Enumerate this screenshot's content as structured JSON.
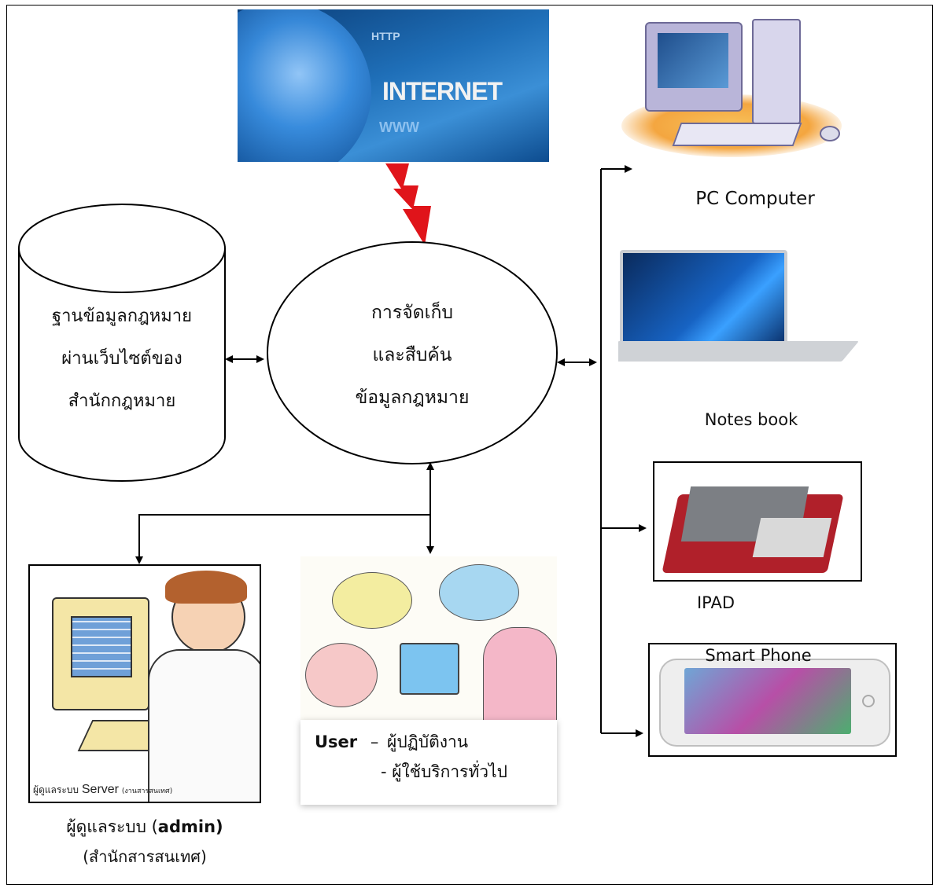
{
  "internet": {
    "banner_text": "INTERNET",
    "http_text": "HTTP",
    "www_text": "WWW"
  },
  "database": {
    "lines": [
      "ฐานข้อมูลกฎหมาย",
      "ผ่านเว็บไซต์ของ",
      "สำนักกฎหมาย"
    ]
  },
  "center": {
    "lines": [
      "การจัดเก็บ",
      "และสืบค้น",
      "ข้อมูลกฎหมาย"
    ]
  },
  "devices": {
    "pc": "PC Computer",
    "notebook": "Notes book",
    "ipad": "IPAD",
    "phone": "Smart Phone"
  },
  "admin": {
    "caption_prefix": "ผู้ดูแลระบบ (",
    "caption_bold": "admin)",
    "caption_line2": "(สำนักสารสนเทศ)",
    "image_caption_small": "ผู้ดูแลระบบ",
    "image_caption_server": "Server",
    "image_caption_tail": "(งานสารสนเทศ)"
  },
  "user": {
    "label": "User",
    "dash": "–",
    "role1": "ผู้ปฏิบัติงาน",
    "role2": "- ผู้ใช้บริการทั่วไป"
  },
  "colors": {
    "internet_blue": "#1f6fb8",
    "bolt_red": "#e0141a",
    "laptop_silver": "#cfd2d6",
    "ipad_red": "#b0202a"
  }
}
